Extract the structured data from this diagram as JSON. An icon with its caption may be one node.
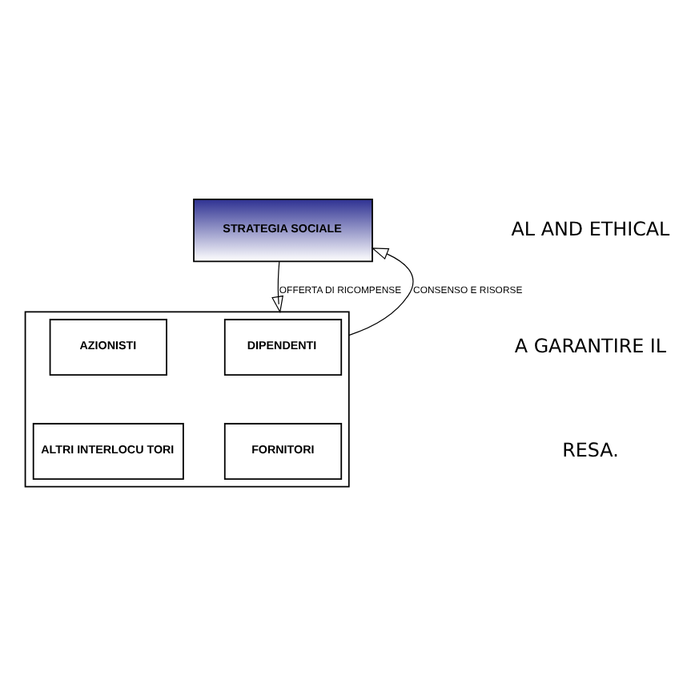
{
  "diagram": {
    "nodes": [
      {
        "text": [
          "STRATEGIA SOCIALE"
        ]
      },
      {
        "text": [],
        "shape": "box"
      },
      {
        "text": [
          "DIPENDENTI"
        ],
        "in": 1
      },
      {
        "text": [
          "AZIONISTI"
        ],
        "in": 1
      },
      {
        "text": [
          "FORNITORI"
        ],
        "in": 1
      },
      {
        "text": [
          "ALTRI INTERLOCU TORI"
        ],
        "in": 1
      }
    ],
    "edges": [
      {
        "from": 0,
        "to": 1,
        "arrow": "to",
        "label": "OFFERTA DI RICOMPENSE"
      },
      {
        "from": 1,
        "to": 0,
        "arrow": "to",
        "label": "CONSENSO E RISORSE"
      }
    ],
    "labels": [
      "AL AND ETHICAL",
      "A GARANTIRE IL",
      "RESA."
    ]
  }
}
